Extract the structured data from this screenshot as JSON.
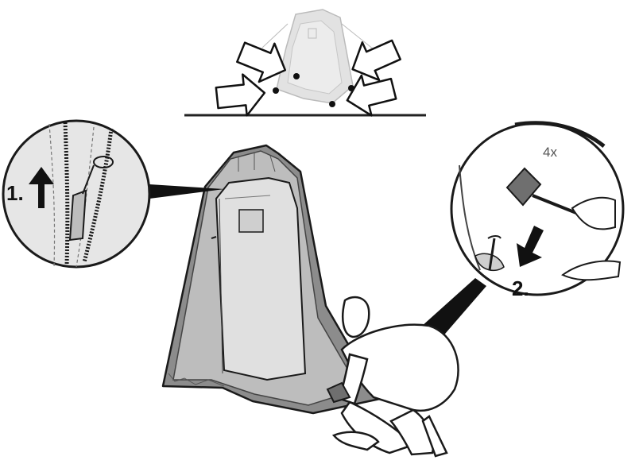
{
  "steps": [
    {
      "label": "1."
    },
    {
      "label": "2."
    }
  ],
  "count_label": "4x",
  "colors": {
    "outline": "#1a1a1a",
    "tent_outer": "#8c8c8c",
    "tent_panel": "#bdbdbd",
    "tent_inner": "#e0e0e0",
    "mallet_head": "#6f6f6f",
    "arrow_fill": "#111111",
    "ground_line": "#222222"
  },
  "icons": [
    "zipper-icon",
    "mallet-icon",
    "tent-stake-icon",
    "hand-icon",
    "arrow-up-icon",
    "arrow-down-icon"
  ]
}
